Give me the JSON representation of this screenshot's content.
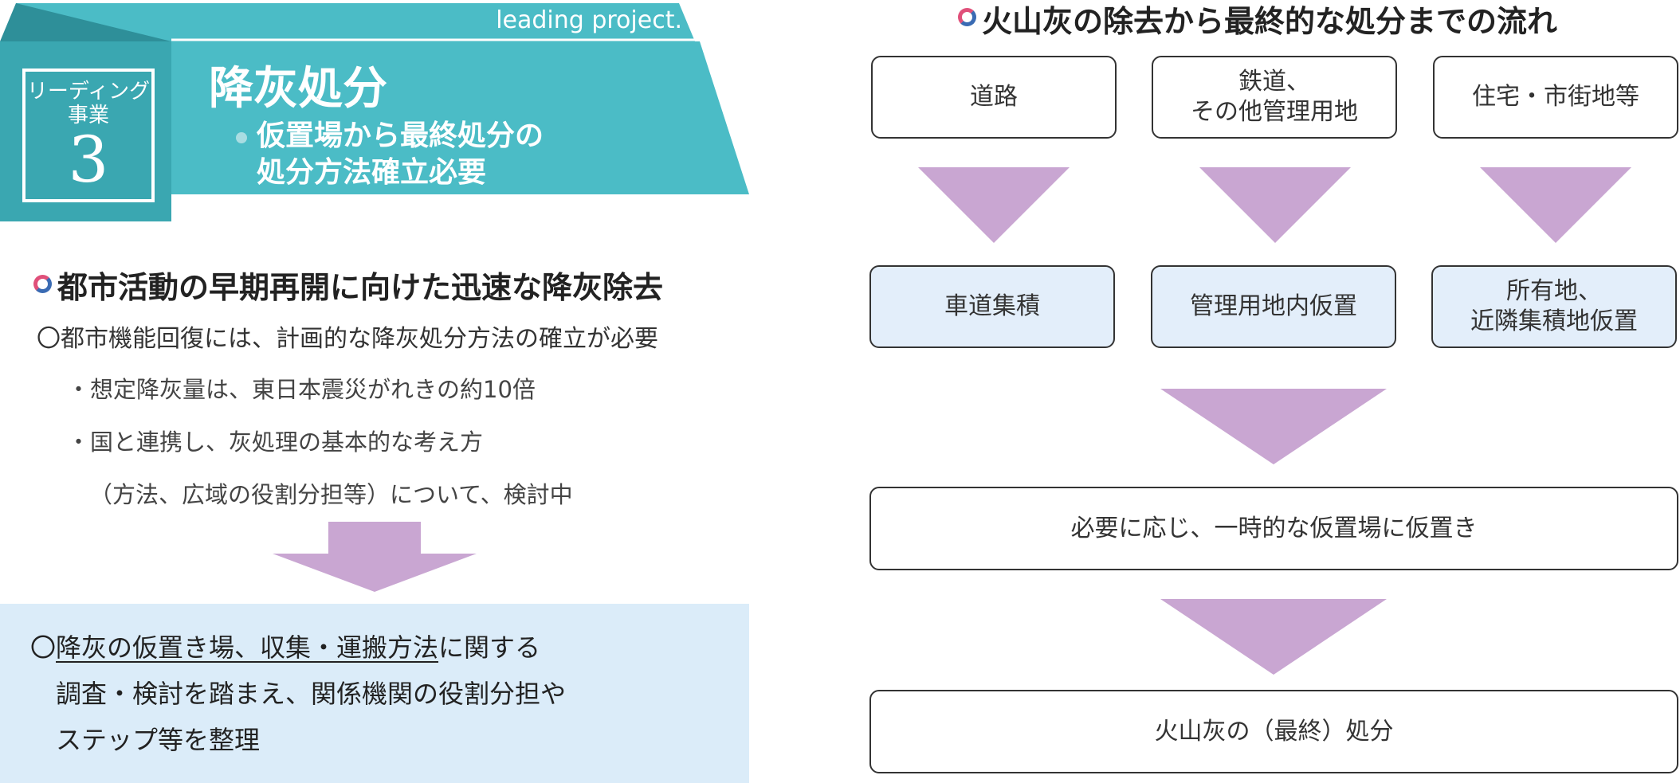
{
  "header": {
    "tag": "leading project.",
    "badge": {
      "line1": "リーディング",
      "line2": "事業",
      "number": "3"
    },
    "title": "降灰処分",
    "subtitle": [
      "仮置場から最終処分の",
      "処分方法確立必要"
    ]
  },
  "left": {
    "heading": "都市活動の早期再開に向けた迅速な降灰除去",
    "lead": "〇都市機能回復には、計画的な降灰処分方法の確立が必要",
    "bullets": [
      "・想定降灰量は、東日本震災がれきの約10倍",
      "・国と連携し、灰処理の基本的な考え方"
    ],
    "bullet_cont": "（方法、広域の役割分担等）について、検討中",
    "result": {
      "mark": "〇",
      "underlined": "降灰の仮置き場、収集・運搬方法",
      "rest1": "に関する",
      "line2": "調査・検討を踏まえ、関係機関の役割分担や",
      "line3": "ステップ等を整理"
    }
  },
  "flow": {
    "title": "火山灰の除去から最終的な処分までの流れ",
    "sources": [
      {
        "lines": [
          "道路"
        ]
      },
      {
        "lines": [
          "鉄道、",
          "その他管理用地"
        ]
      },
      {
        "lines": [
          "住宅・市街地等"
        ]
      }
    ],
    "collection": [
      {
        "lines": [
          "車道集積"
        ]
      },
      {
        "lines": [
          "管理用地内仮置"
        ]
      },
      {
        "lines": [
          "所有地、",
          "近隣集積地仮置"
        ]
      }
    ],
    "temporary": "必要に応じ、一時的な仮置場に仮置き",
    "final": "火山灰の（最終）処分"
  },
  "colors": {
    "banner_teal": "#4bbcc6",
    "banner_dark": "#3aa7b1",
    "arrow_purple": "#c9a6d2",
    "result_bg": "#dbecf9",
    "box_blue": "#e3eefa"
  }
}
